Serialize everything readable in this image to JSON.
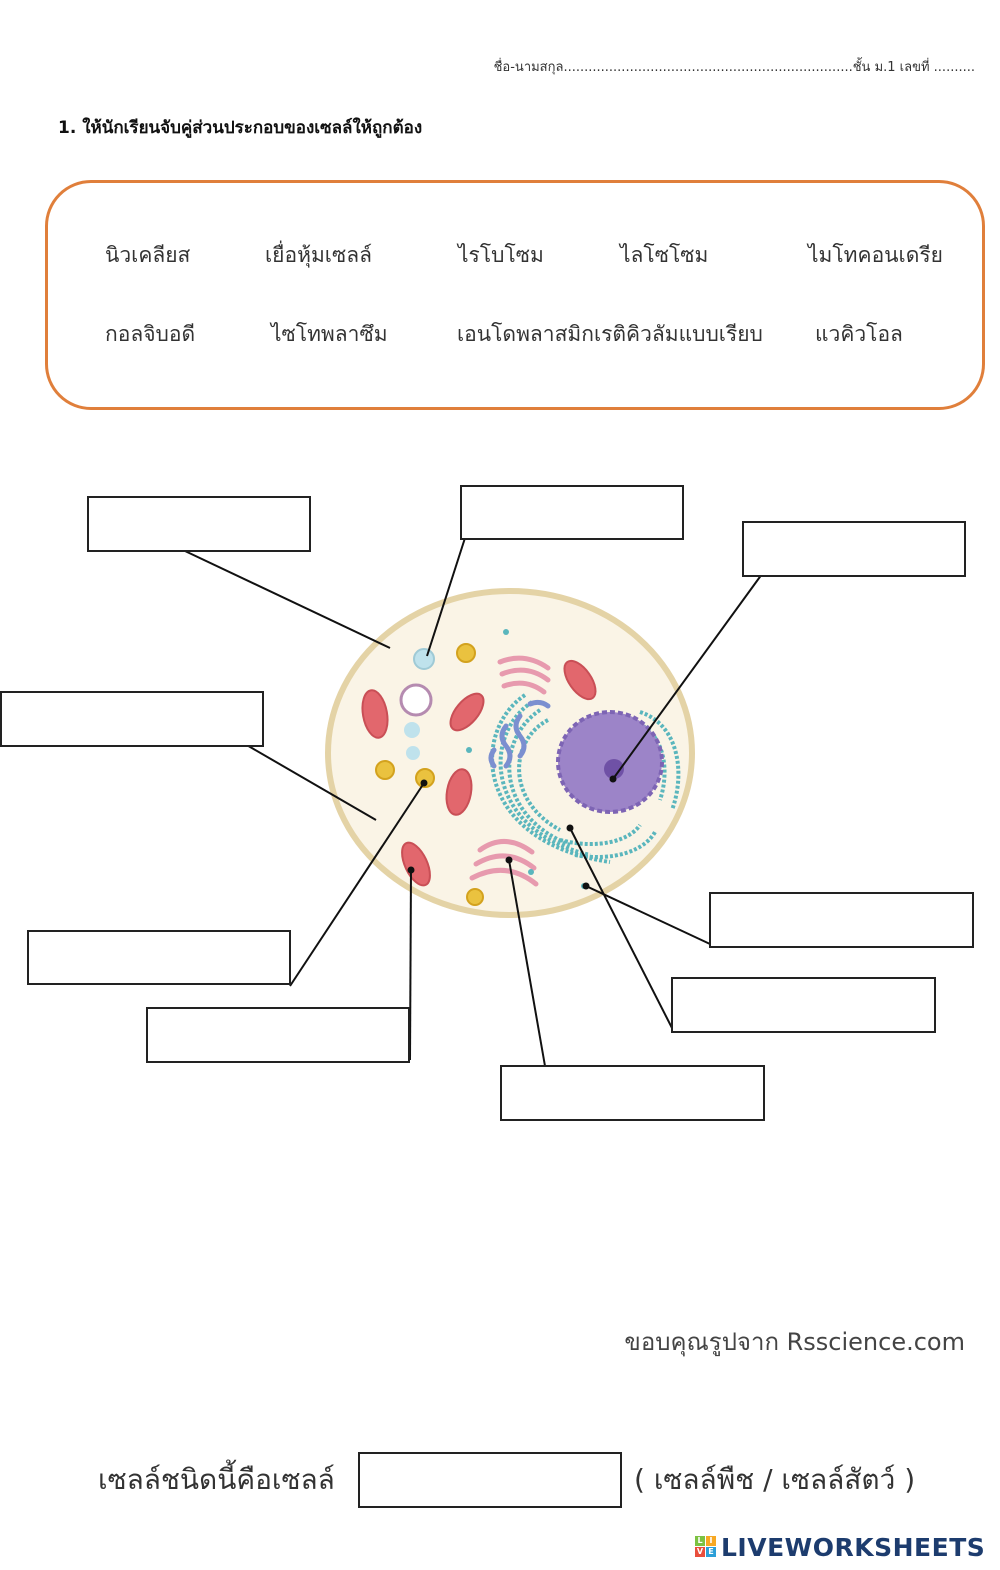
{
  "header": {
    "student_info": "ชื่อ-นามสกุล......................................................................ชั้น ม.1  เลขที่ .........."
  },
  "instruction": "1. ให้นักเรียนจับคู่ส่วนประกอบของเซลล์ให้ถูกต้อง",
  "word_bank": {
    "row1": [
      "นิวเคลียส",
      "เยื่อหุ้มเซลล์",
      "ไรโบโซม",
      "ไลโซโซม",
      "ไมโทคอนเดรีย"
    ],
    "row2": [
      "กอลจิบอดี",
      "ไซโทพลาซึม",
      "เอนโดพลาสมิกเรติคิวลัมแบบเรียบ",
      "แวคิวโอล"
    ]
  },
  "answer_boxes": [
    "",
    "",
    "",
    "",
    "",
    "",
    "",
    "",
    "",
    ""
  ],
  "credit": "ขอบคุณรูปจาก  Rsscience.com",
  "cell_type": {
    "label": "เซลล์ชนิดนี้คือเซลล์",
    "answer": "",
    "options": "( เซลล์พืช / เซลล์สัตว์ )"
  },
  "logo": {
    "text": "LIVEWORKSHEETS",
    "mark_letters": [
      "L",
      "I",
      "V",
      "E"
    ]
  },
  "colors": {
    "word_bank_border": "#e07f3b",
    "cell_membrane": "#e4d3a6",
    "cytoplasm": "#faf4e6",
    "nucleus": "#9c84c8",
    "nucleolus": "#6f51a6",
    "mitochondria": "#e2676d",
    "golgi": "#e79aae",
    "rough_er": "#5ab6bd",
    "smooth_er": "#7b8fd0",
    "lysosome": "#eac23f",
    "logo_blue": "#1d3c6e"
  }
}
